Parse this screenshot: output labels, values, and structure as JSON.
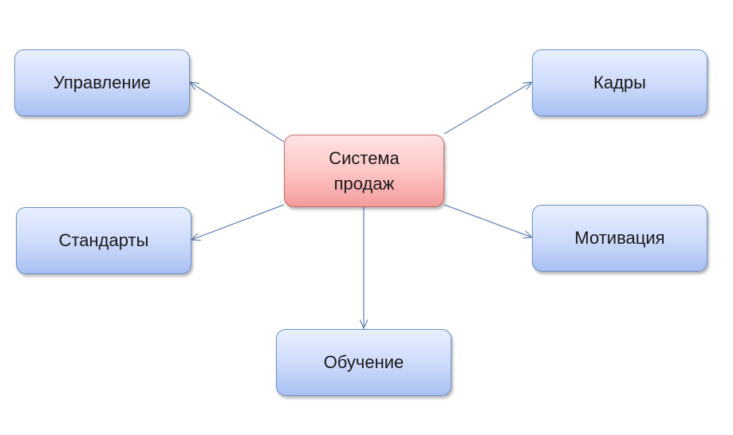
{
  "center": {
    "label": "Система\nпродаж"
  },
  "nodes": {
    "upravlenie": "Управление",
    "kadry": "Кадры",
    "standarty": "Стандарты",
    "motivaciya": "Мотивация",
    "obuchenie": "Обучение"
  },
  "colors": {
    "connector": "#6a86b8",
    "center_fill": "#ffc7c7",
    "node_fill": "#cfdcfb"
  }
}
